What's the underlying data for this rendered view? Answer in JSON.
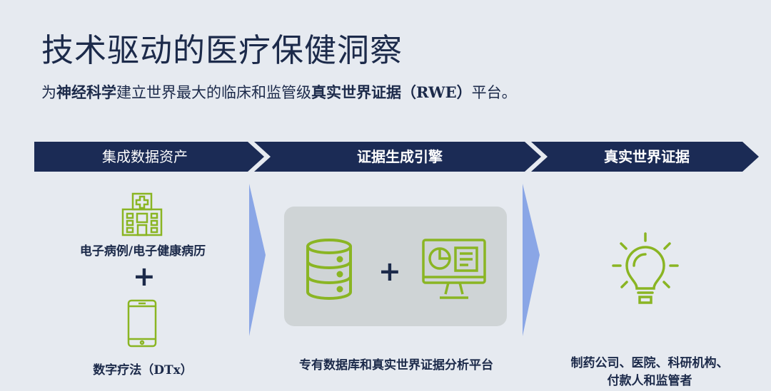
{
  "title": "技术驱动的医疗保健洞察",
  "subtitle": {
    "part1": "为",
    "bold1": "神经科学",
    "part2": "建立世界最大的临床和监管级",
    "bold2": "真实世界证据（RWE）",
    "part3": "平台。"
  },
  "stages": [
    {
      "label": "集成数据资产"
    },
    {
      "label": "证据生成引擎"
    },
    {
      "label": "真实世界证据"
    }
  ],
  "assets": {
    "ehr_label": "电子病例/电子健康病历",
    "plus": "+",
    "dtx_label": "数字疗法（DTx）"
  },
  "engine": {
    "plus": "+",
    "label": "专有数据库和真实世界证据分析平台"
  },
  "output": {
    "label_line1": "制药公司、医院、科研机构、",
    "label_line2": "付款人和监管者"
  },
  "colors": {
    "navy": "#1b2b55",
    "green": "#8ab523",
    "arrow_blue": "#8aa6e6",
    "text": "#1c2a4a",
    "background": "#e6eaf0",
    "engine_box": "#cfd4d6"
  },
  "icons": [
    "hospital-icon",
    "smartphone-icon",
    "database-icon",
    "monitor-chart-icon",
    "lightbulb-icon"
  ]
}
